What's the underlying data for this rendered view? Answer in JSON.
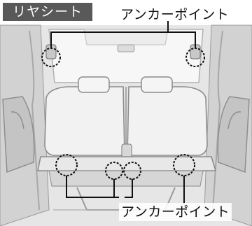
{
  "section_tag": "リヤシート",
  "upper_label": "アンカーポイント",
  "lower_label": "アンカーポイント",
  "colors": {
    "tag_bg": "#595959",
    "line_art": "#9a9a9a",
    "fill_light": "#f3f3f3",
    "fill_shade": "#cfcfcf",
    "marker_ring": "#111111"
  }
}
